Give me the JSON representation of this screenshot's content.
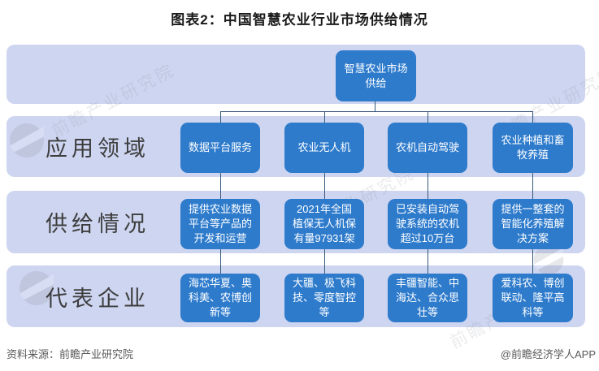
{
  "title": "图表2：中国智慧农业行业市场供给情况",
  "colors": {
    "band_bg": "#cdd5f0",
    "box_blue": "#2e7bcc",
    "connector": "#35587c",
    "box_text": "#ffffff",
    "label_text": "#3d3d3d",
    "footer_text": "#595959"
  },
  "root": {
    "label": "智慧农业市场供给"
  },
  "rows": [
    {
      "label": "应用领域",
      "cells": [
        "数据平台服务",
        "农业无人机",
        "农机自动驾驶",
        "农业种植和畜牧养殖"
      ]
    },
    {
      "label": "供给情况",
      "cells": [
        "提供农业数据平台等产品的开发和运营",
        "2021年全国植保无人机保有量97931架",
        "已安装自动驾驶系统的农机超过10万台",
        "提供一整套的智能化养殖解决方案"
      ]
    },
    {
      "label": "代表企业",
      "cells": [
        "海芯华夏、奥科美、农博创新等",
        "大疆、极飞科技、零度智控等",
        "丰疆智能、中海达、合众思壮等",
        "爱科农、博创联动、隆平高科等"
      ]
    }
  ],
  "footer": {
    "source": "资料来源：前瞻产业研究院",
    "credit": "@前瞻经济学人APP"
  },
  "watermark": {
    "text": "前瞻产业研究院"
  }
}
